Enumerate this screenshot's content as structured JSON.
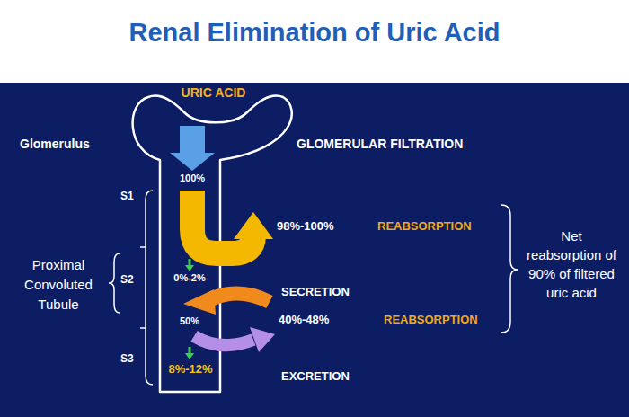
{
  "diagram": {
    "title": "Renal Elimination of Uric Acid",
    "labels": [
      "URIC ACID",
      "Glomerulus",
      "GLOMERULAR FILTRATION",
      "100%",
      "S1",
      "98%-100%",
      "REABSORPTION",
      "Net reabsorption of 90% of filtered uric acid",
      "Proximal Convoluted Tubule",
      "0%-2%",
      "S2",
      "SECRETION",
      "50%",
      "40%-48%",
      "REABSORPTION",
      "S3",
      "8%-12%",
      "EXCRETION"
    ]
  }
}
